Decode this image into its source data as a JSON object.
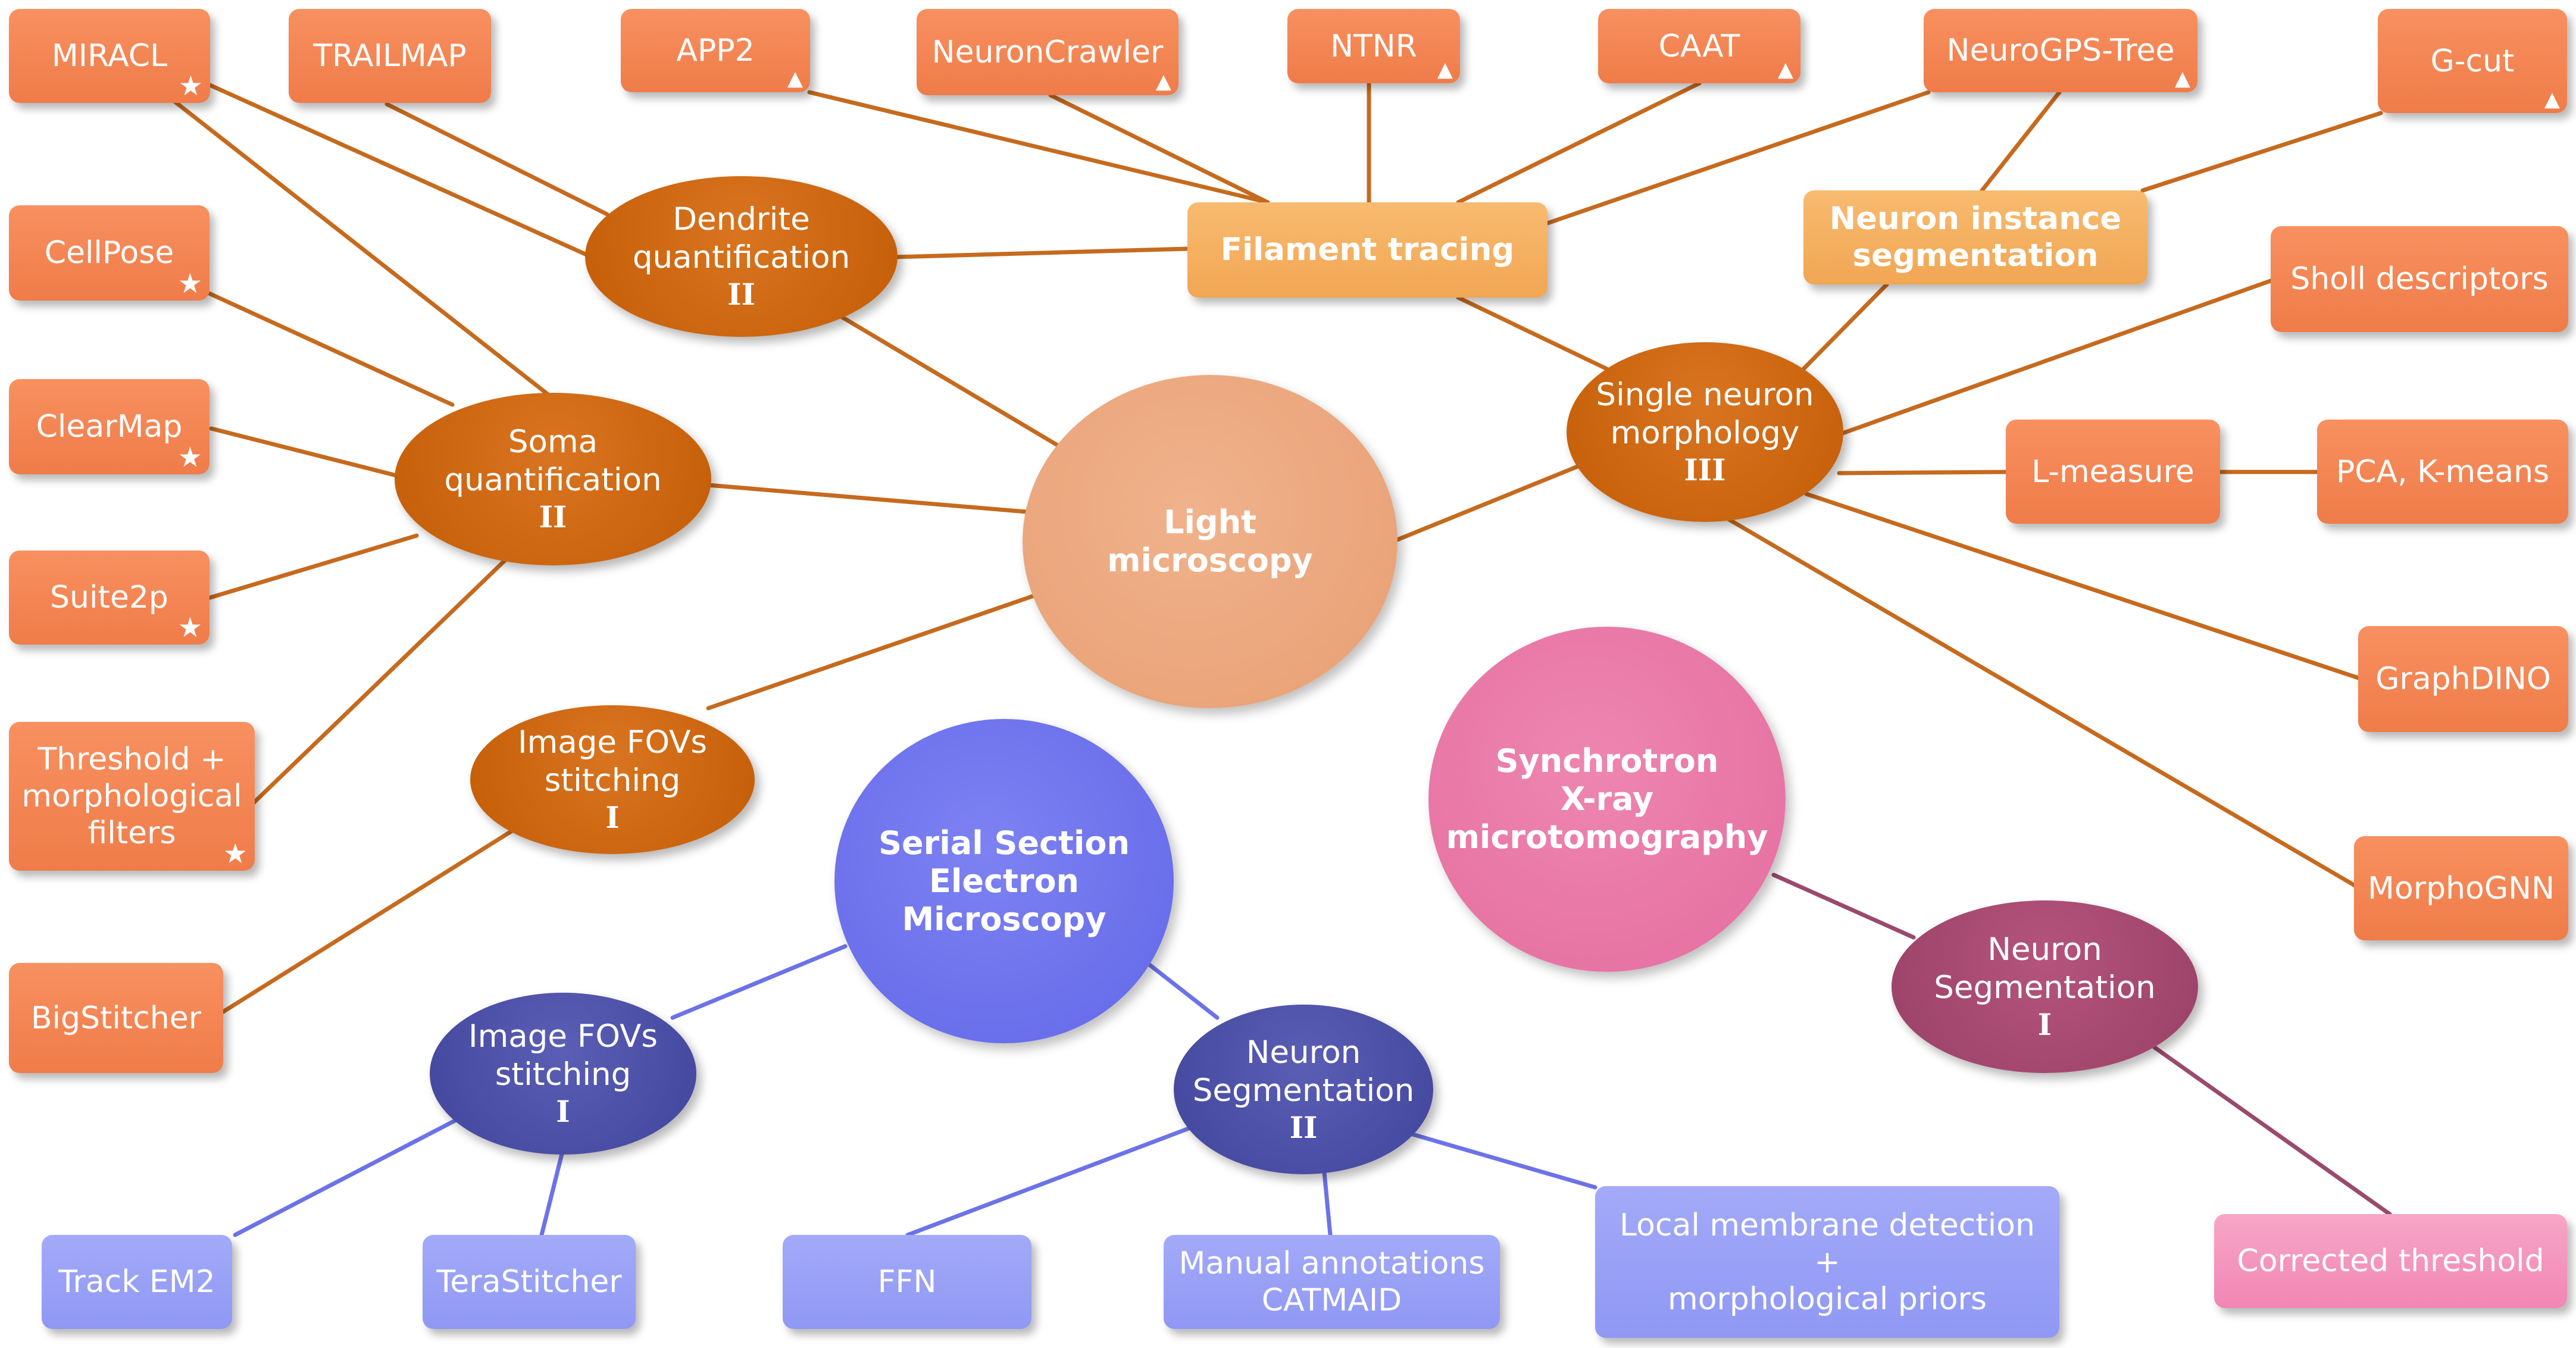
{
  "colors": {
    "tool": "#EF7C49",
    "category": "#F1A653",
    "light_branch": "#C35C05",
    "light_hub": "#E89F73",
    "em_branch": "#40449B",
    "em_hub": "#6267E8",
    "em_tool": "#8F98F4",
    "em_line": "#6C72E8",
    "xr_branch": "#994066",
    "xr_hub": "#E46D9F",
    "xr_tool": "#F186B3",
    "xr_line": "#9A4A6C"
  },
  "icons": {
    "star": "star-icon",
    "triangle": "triangle-icon"
  },
  "hubs": {
    "light": "Light\nmicroscopy",
    "em": "Serial Section\nElectron\nMicroscopy",
    "xray": "Synchrotron\nX-ray\nmicrotomography"
  },
  "branches": {
    "dendrite": {
      "label": "Dendrite\nquantification",
      "level": "II"
    },
    "soma": {
      "label": "Soma\nquantification",
      "level": "II"
    },
    "fov_light": {
      "label": "Image FOVs\nstitching",
      "level": "I"
    },
    "single_neuron": {
      "label": "Single neuron\nmorphology",
      "level": "III"
    },
    "fov_em": {
      "label": "Image FOVs\nstitching",
      "level": "I"
    },
    "seg_em": {
      "label": "Neuron\nSegmentation",
      "level": "II"
    },
    "seg_xray": {
      "label": "Neuron\nSegmentation",
      "level": "I"
    }
  },
  "categories": {
    "filament": "Filament tracing",
    "instance": "Neuron instance\nsegmentation"
  },
  "tools": {
    "miracl": "MIRACL",
    "trailmap": "TRAILMAP",
    "app2": "APP2",
    "neuroncrawler": "NeuronCrawler",
    "ntnr": "NTNR",
    "caat": "CAAT",
    "neurogps": "NeuroGPS-Tree",
    "gcut": "G-cut",
    "cellpose": "CellPose",
    "clearmap": "ClearMap",
    "suite2p": "Suite2p",
    "threshold": "Threshold +\nmorphological\nfilters",
    "bigstitcher": "BigStitcher",
    "sholl": "Sholl descriptors",
    "lmeasure": "L-measure",
    "pca": "PCA, K-means",
    "graphdino": "GraphDINO",
    "morphognn": "MorphoGNN",
    "trackem2": "Track EM2",
    "terastitcher": "TeraStitcher",
    "ffn": "FFN",
    "catmaid": "Manual annotations\nCATMAID",
    "membrane": "Local membrane detection +\nmorphological priors",
    "corrected": "Corrected threshold"
  }
}
